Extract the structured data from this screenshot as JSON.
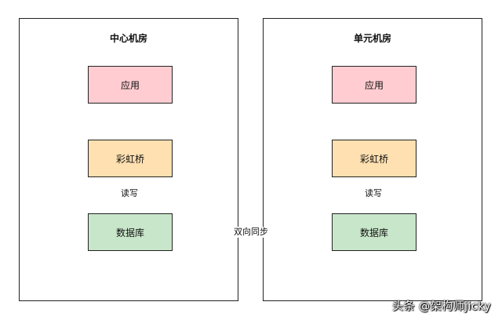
{
  "left_panel": {
    "title": "中心机房",
    "app": "应用",
    "bridge": "彩虹桥",
    "edge_label": "读写",
    "db": "数据库"
  },
  "right_panel": {
    "title": "单元机房",
    "app": "应用",
    "bridge": "彩虹桥",
    "edge_label": "读写",
    "db": "数据库"
  },
  "sync_label": "双向同步",
  "watermark": "头条 @架构师jicky",
  "colors": {
    "app": "#ffccd1",
    "bridge": "#ffe0b0",
    "db": "#c8e6c9",
    "stroke": "#222222"
  }
}
